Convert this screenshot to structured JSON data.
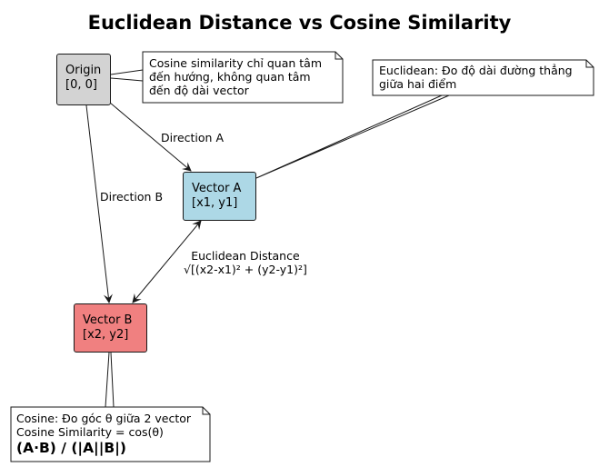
{
  "title": "Euclidean Distance vs Cosine Similarity",
  "nodes": {
    "origin": {
      "line1": "Origin",
      "line2": "[0, 0]",
      "color": "#d3d3d3"
    },
    "vector_a": {
      "line1": "Vector A",
      "line2": "[x1, y1]",
      "color": "#add8e6"
    },
    "vector_b": {
      "line1": "Vector B",
      "line2": "[x2, y2]",
      "color": "#f08080"
    }
  },
  "edges": {
    "direction_a": "Direction A",
    "direction_b": "Direction B",
    "euclidean": {
      "line1": "Euclidean Distance",
      "line2": "√[(x2-x1)² + (y2-y1)²]"
    }
  },
  "notes": {
    "origin_note": [
      "Cosine similarity chỉ quan tâm",
      "đến hướng, không quan tâm",
      "đến độ dài vector"
    ],
    "vector_a_note": [
      "Euclidean: Đo độ dài đường thẳng",
      "giữa hai điểm"
    ],
    "vector_b_note": {
      "lines": [
        "Cosine: Đo góc θ giữa 2 vector",
        "Cosine Similarity = cos(θ)"
      ],
      "formula": "(A·B) / (|A||B|)"
    }
  }
}
